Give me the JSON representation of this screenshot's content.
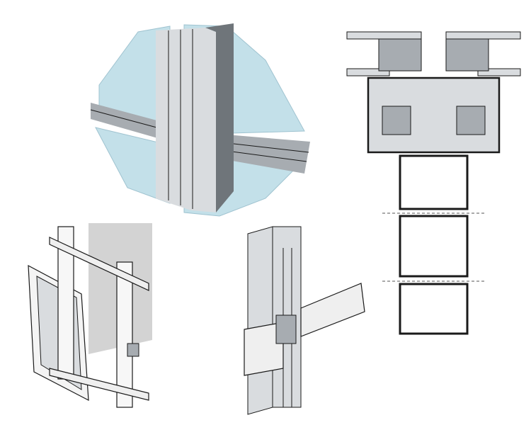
{
  "diagram": {
    "views": [
      {
        "name": "isometric-glass-intersection"
      },
      {
        "name": "horizontal-section-profile"
      },
      {
        "name": "exploded-panel-frame-assembly"
      },
      {
        "name": "mullion-transom-connection"
      }
    ],
    "colors": {
      "glass": "#b9dbe6",
      "glass_edge": "#8fb9c8",
      "aluminium_light": "#d9dcdf",
      "aluminium_mid": "#a7acb1",
      "aluminium_dark": "#6f757a",
      "line": "#1a1a1a",
      "wall_grey": "#d3d3d3",
      "section_dash": "#555555"
    }
  }
}
